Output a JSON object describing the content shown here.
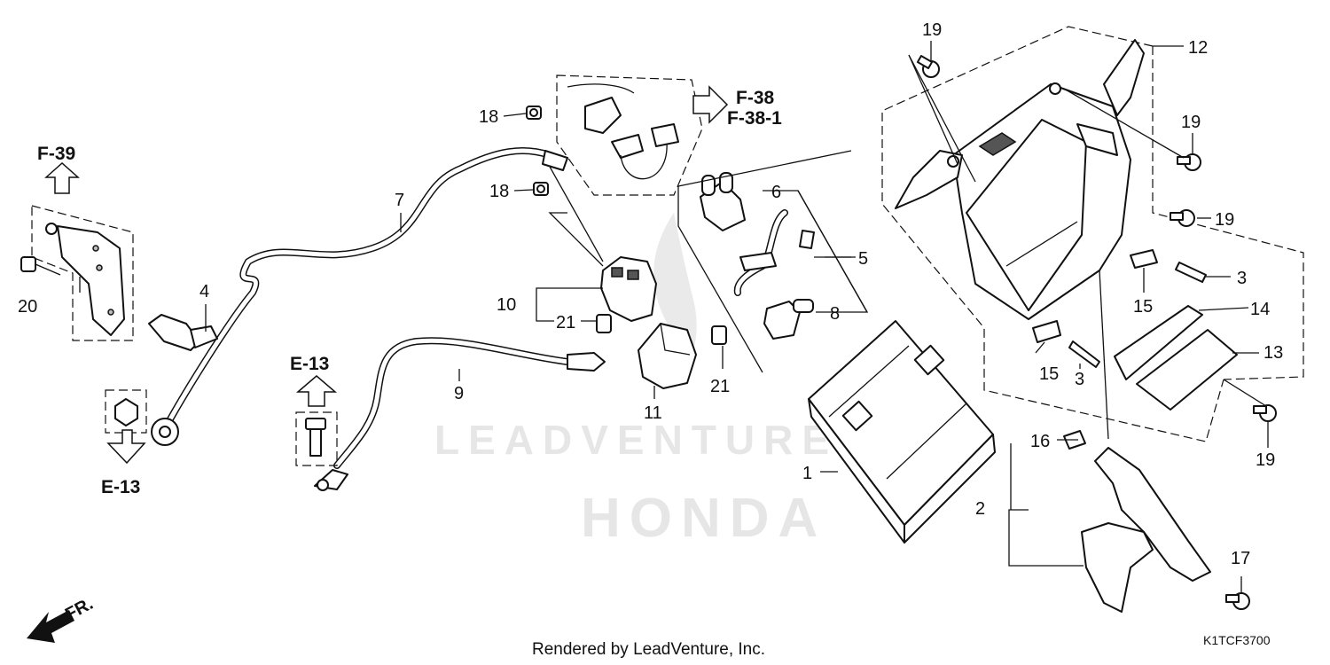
{
  "references": {
    "f39": "F-39",
    "f38": "F-38",
    "f38_1": "F-38-1",
    "e13_left": "E-13",
    "e13_mid": "E-13"
  },
  "callouts": {
    "c1": "1",
    "c2": "2",
    "c3a": "3",
    "c3b": "3",
    "c4": "4",
    "c5": "5",
    "c6": "6",
    "c7": "7",
    "c8": "8",
    "c9": "9",
    "c10": "10",
    "c11": "11",
    "c12": "12",
    "c13": "13",
    "c14": "14",
    "c15a": "15",
    "c15b": "15",
    "c16": "16",
    "c17": "17",
    "c18a": "18",
    "c18b": "18",
    "c19a": "19",
    "c19b": "19",
    "c19c": "19",
    "c19d": "19",
    "c20": "20",
    "c21a": "21",
    "c21b": "21"
  },
  "front_marker": "FR.",
  "watermark": {
    "text": "LEADVENTURE",
    "brand": "HONDA"
  },
  "footer": {
    "rendered_by": "Rendered by LeadVenture, Inc.",
    "diagram_code": "K1TCF3700"
  }
}
